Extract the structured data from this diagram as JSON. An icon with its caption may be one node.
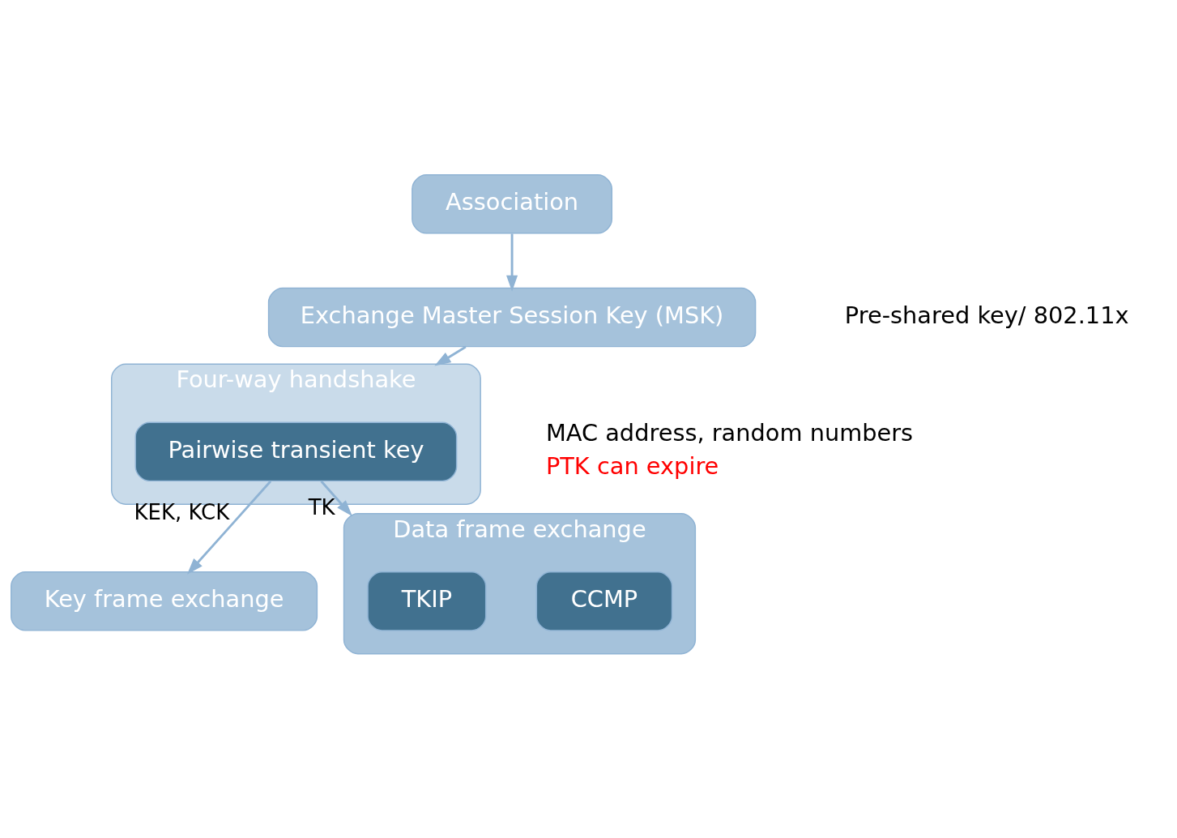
{
  "diagram": {
    "nodes": [
      {
        "text": [
          "Association"
        ]
      },
      {
        "text": [
          "Exchange Master Session Key (MSK)"
        ],
        "beside": [
          "Pre-shared key/ 802.11x"
        ]
      },
      {
        "text": [
          "Four-way handshake"
        ],
        "beside": [
          "MAC address, random numbers",
          "PTK can expire"
        ]
      },
      {
        "text": [
          "Pairwise transient key"
        ],
        "in": 2
      },
      {
        "text": [
          "Key frame exchange"
        ]
      },
      {
        "text": [
          "Data frame exchange"
        ]
      },
      {
        "text": [
          "TKIP"
        ],
        "in": 5
      },
      {
        "text": [
          "CCMP"
        ],
        "in": 5
      }
    ],
    "edges": [
      {
        "from": 0,
        "to": 1,
        "arrow": "to"
      },
      {
        "from": 1,
        "to": 2,
        "arrow": "to"
      },
      {
        "from": 3,
        "to": 4,
        "arrow": "to",
        "label": "KEK, KCK"
      },
      {
        "from": 3,
        "to": 5,
        "arrow": "to",
        "label": "TK"
      }
    ]
  }
}
